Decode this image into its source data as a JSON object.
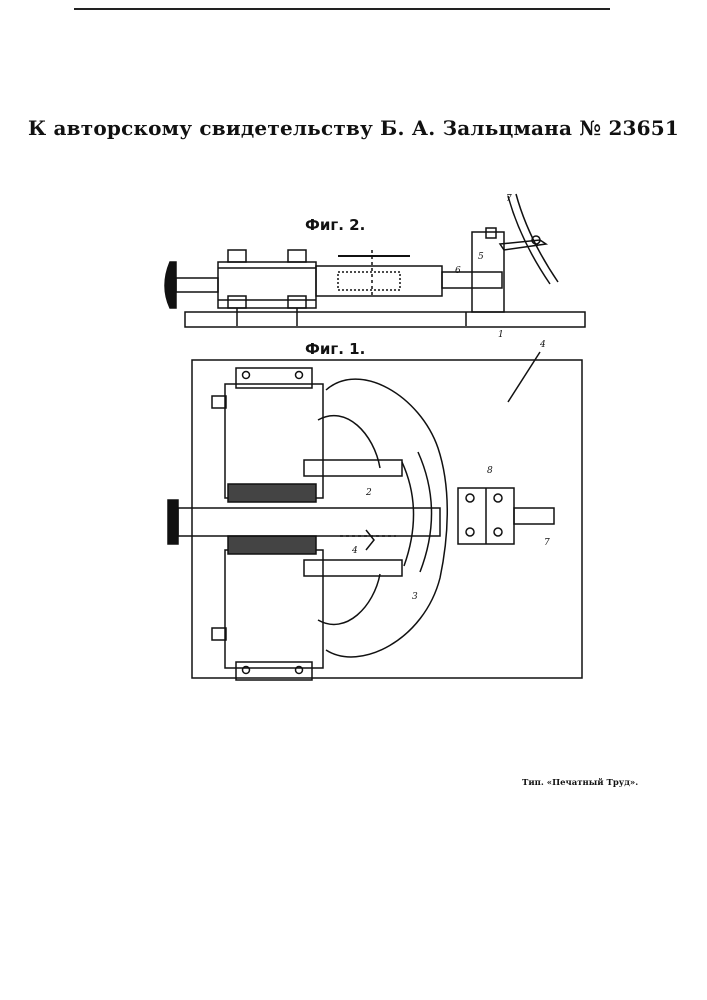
{
  "document": {
    "header": "К авторскому свидетельству Б. А. Зальцмана № 23651",
    "figures": [
      {
        "label": "Фиг. 2."
      },
      {
        "label": "Фиг. 1."
      }
    ],
    "callouts": {
      "fig2": [
        "7",
        "5",
        "6",
        "1"
      ],
      "fig1": [
        "4",
        "2",
        "8",
        "4",
        "7",
        "3"
      ]
    },
    "printer_mark": "Тип. «Печатный Труд»."
  }
}
